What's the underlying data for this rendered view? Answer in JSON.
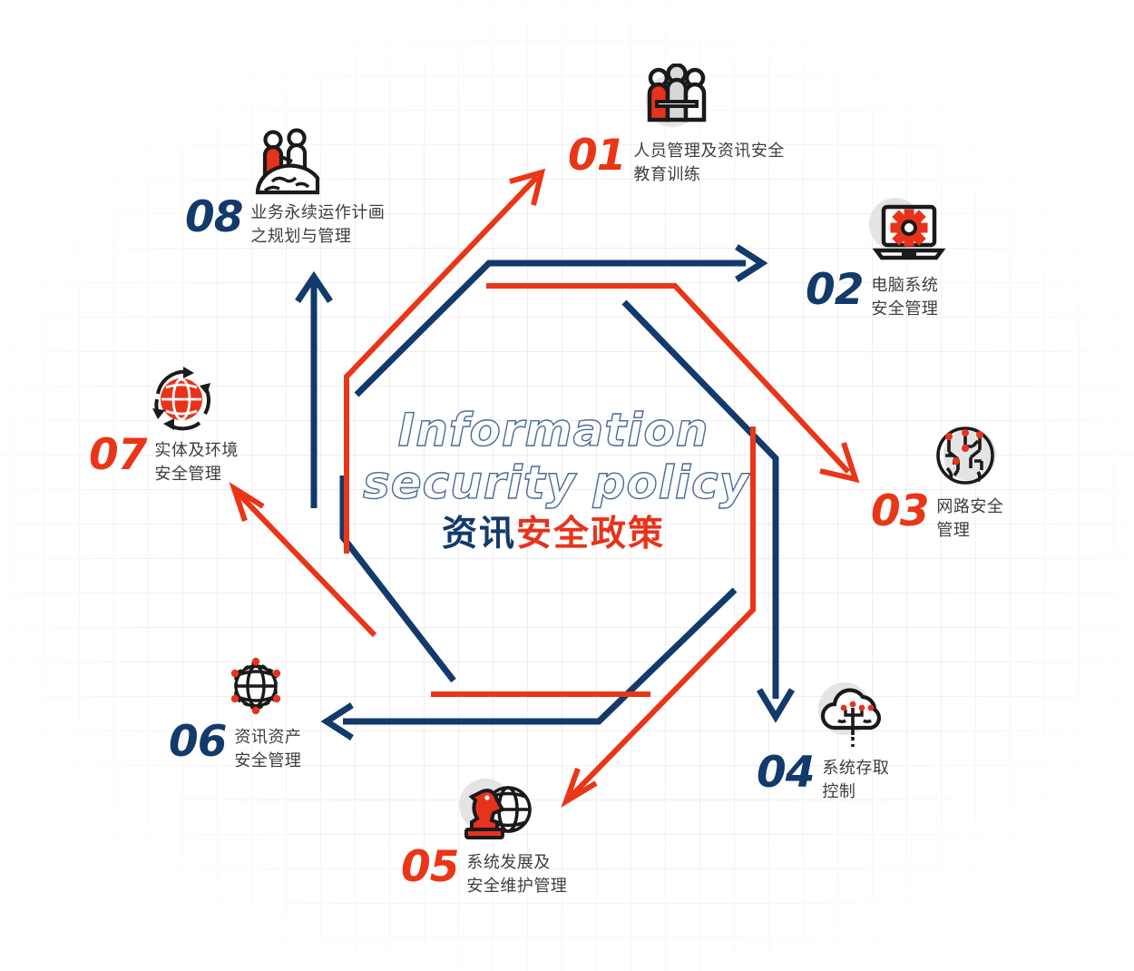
{
  "center": {
    "title_en_line1": "Information",
    "title_en_line2": "security policy",
    "title_cn_part1": "资讯",
    "title_cn_part2": "安全政策"
  },
  "colors": {
    "red": "#ea3517",
    "navy": "#123a6b",
    "outline_blue": "#4a6b96",
    "grid": "#ececec",
    "icon_blob": "#e4e4e6",
    "label_text": "#3e3e3e"
  },
  "items": [
    {
      "number": "01",
      "number_color": "red",
      "label": "人员管理及资讯安全\n教育训练",
      "icon": "people-meeting-icon"
    },
    {
      "number": "02",
      "number_color": "navy",
      "label": "电脑系统\n安全管理",
      "icon": "laptop-gear-icon"
    },
    {
      "number": "03",
      "number_color": "red",
      "label": "网路安全\n管理",
      "icon": "globe-network-icon"
    },
    {
      "number": "04",
      "number_color": "navy",
      "label": "系统存取\n控制",
      "icon": "cloud-access-icon"
    },
    {
      "number": "05",
      "number_color": "red",
      "label": "系统发展及\n安全维护管理",
      "icon": "knight-globe-icon"
    },
    {
      "number": "06",
      "number_color": "navy",
      "label": "资讯资产\n安全管理",
      "icon": "globe-hexnode-icon"
    },
    {
      "number": "07",
      "number_color": "red",
      "label": "实体及环境\n安全管理",
      "icon": "globe-cycle-icon"
    },
    {
      "number": "08",
      "number_color": "navy",
      "label": "业务永续运作计画\n之规划与管理",
      "icon": "people-globe-icon"
    }
  ]
}
